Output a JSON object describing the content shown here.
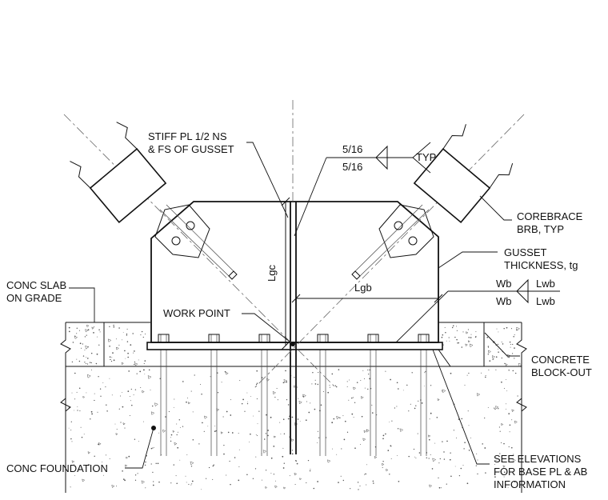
{
  "labels": {
    "stiff_pl_1": "STIFF PL 1/2 NS",
    "stiff_pl_2": "& FS OF GUSSET",
    "weld_top": "5/16",
    "weld_bottom": "5/16",
    "weld_typ": "TYP",
    "corebrace_1": "COREBRACE",
    "corebrace_2": "BRB, TYP",
    "gusset_1": "GUSSET",
    "gusset_2": "THICKNESS, tg",
    "lgc": "Lgc",
    "lgb": "Lgb",
    "wb_top": "Wb",
    "lwb_top": "Lwb",
    "wb_bottom": "Wb",
    "lwb_bottom": "Lwb",
    "conc_slab_1": "CONC SLAB",
    "conc_slab_2": "ON GRADE",
    "work_point": "WORK POINT",
    "concrete_blockout_1": "CONCRETE",
    "concrete_blockout_2": "BLOCK-OUT",
    "conc_foundation": "CONC FOUNDATION",
    "see_elev_1": "SEE ELEVATIONS",
    "see_elev_2": "FOR BASE PL & AB",
    "see_elev_3": "INFORMATION"
  },
  "colors": {
    "line": "#111111",
    "background": "#ffffff"
  }
}
